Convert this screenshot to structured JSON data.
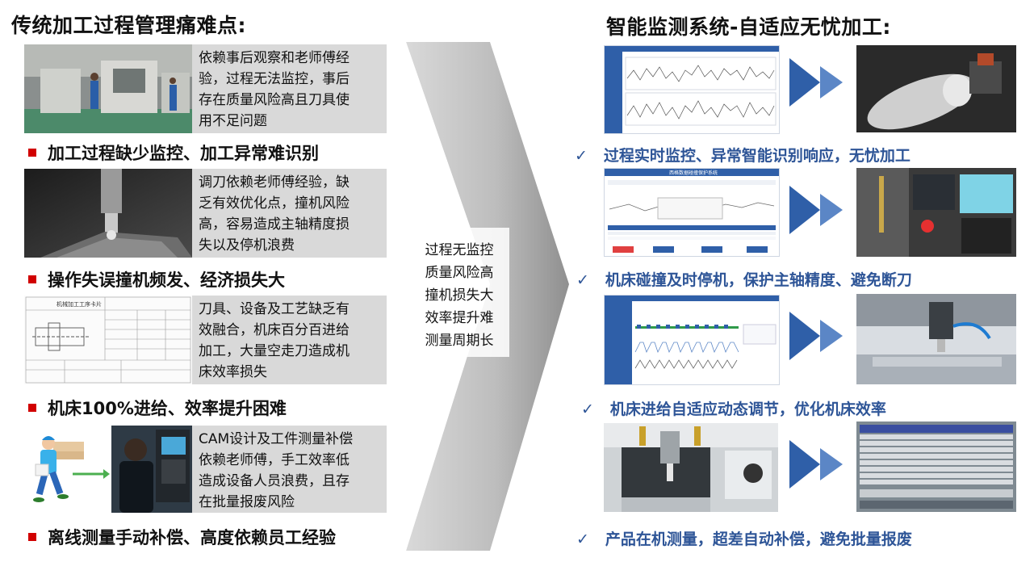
{
  "left": {
    "title": "传统加工过程管理痛难点:",
    "items": [
      {
        "desc_lines": [
          "依赖事后观察和老师傅经",
          "验，过程无法监控，事后",
          "存在质量风险高且刀具使",
          "用不足问题"
        ],
        "bullet": "加工过程缺少监控、加工异常难识别"
      },
      {
        "desc_lines": [
          "调刀依赖老师傅经验，缺",
          "乏有效优化点，撞机风险",
          "高，容易造成主轴精度损",
          "失以及停机浪费"
        ],
        "bullet": "操作失误撞机频发、经济损失大"
      },
      {
        "desc_lines": [
          "刀具、设备及工艺缺乏有",
          "效融合，机床百分百进给",
          "加工，大量空走刀造成机",
          "床效率损失"
        ],
        "bullet": "机床100%进给、效率提升困难"
      },
      {
        "desc_lines": [
          "CAM设计及工件测量补偿",
          "依赖老师傅，手工效率低",
          "造成设备人员浪费，且存",
          "在批量报废风险"
        ],
        "bullet": "离线测量手动补偿、高度依赖员工经验"
      }
    ],
    "card_title": "机械加工工序卡片"
  },
  "middle": {
    "lines": [
      "过程无监控",
      "质量风险高",
      "撞机损失大",
      "效率提升难",
      "测量周期长"
    ]
  },
  "right": {
    "title": "智能监测系统-自适应无忧加工:",
    "check_mark": "✓",
    "items": [
      {
        "benefit": "过程实时监控、异常智能识别响应，无忧加工"
      },
      {
        "benefit": "机床碰撞及时停机，保护主轴精度、避免断刀"
      },
      {
        "benefit": "机床进给自适应动态调节，优化机床效率"
      },
      {
        "benefit": "产品在机测量，超差自动补偿，避免批量报废"
      }
    ],
    "screen2_title": "西格数据碰撞保护系统"
  },
  "colors": {
    "accent_red": "#d10000",
    "accent_blue": "#2e5597",
    "chevron_blue": "#2f5fa8",
    "panel_gray": "#d9d9d9"
  }
}
